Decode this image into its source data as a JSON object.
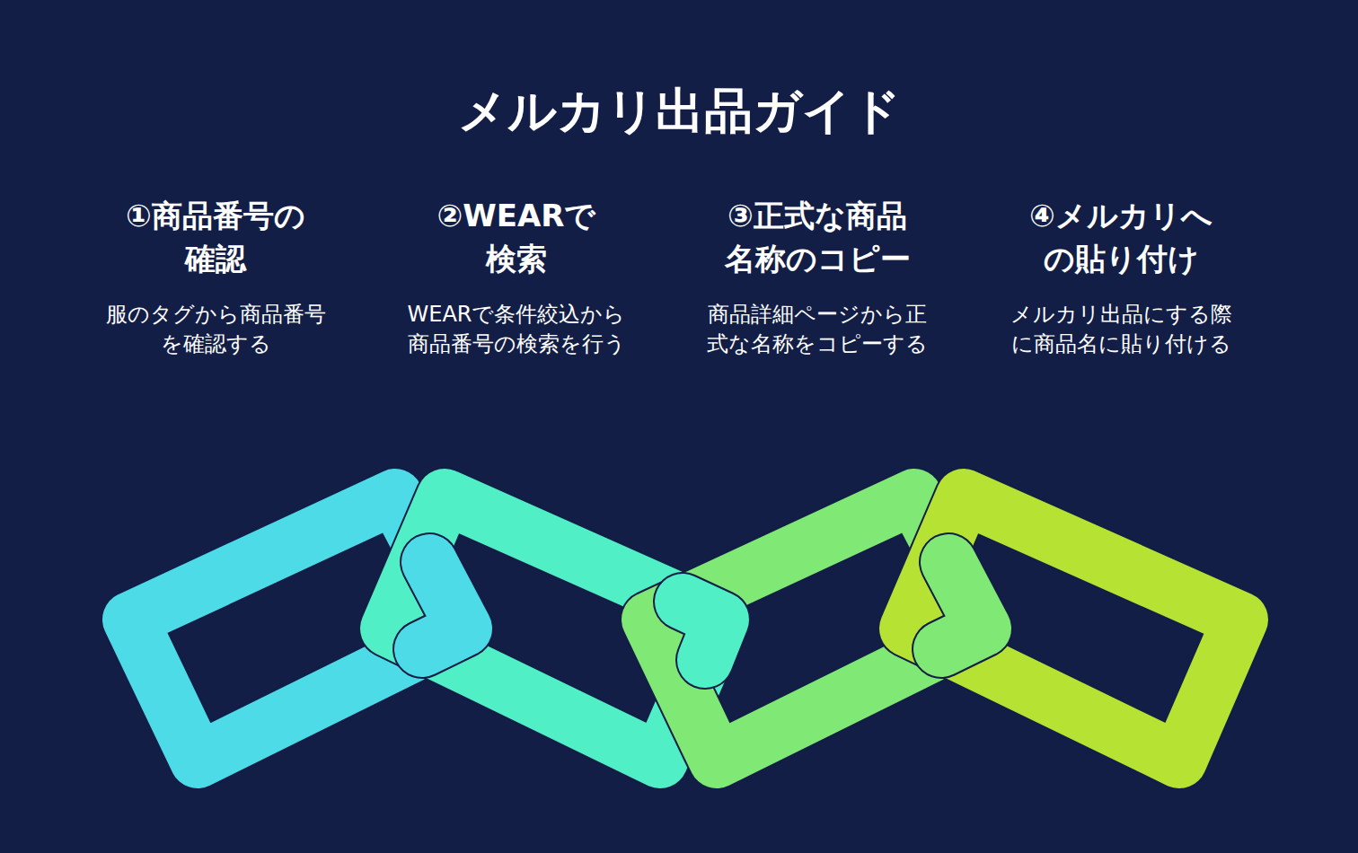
{
  "diagram": {
    "title": "メルカリ出品ガイド",
    "nodes": [
      {
        "text": [
          "①商品番号の 確認",
          "服のタグから商品番号 を確認する"
        ]
      },
      {
        "text": [
          "②WEARで 検索",
          "WEARで条件絞込から 商品番号の検索を行う"
        ]
      },
      {
        "text": [
          "③正式な商品 名称のコピー",
          "商品詳細ページから正 式な名称をコピーする"
        ]
      },
      {
        "text": [
          "④メルカリへ の貼り付け",
          "メルカリ出品にする際 に商品名に貼り付ける"
        ]
      }
    ]
  }
}
